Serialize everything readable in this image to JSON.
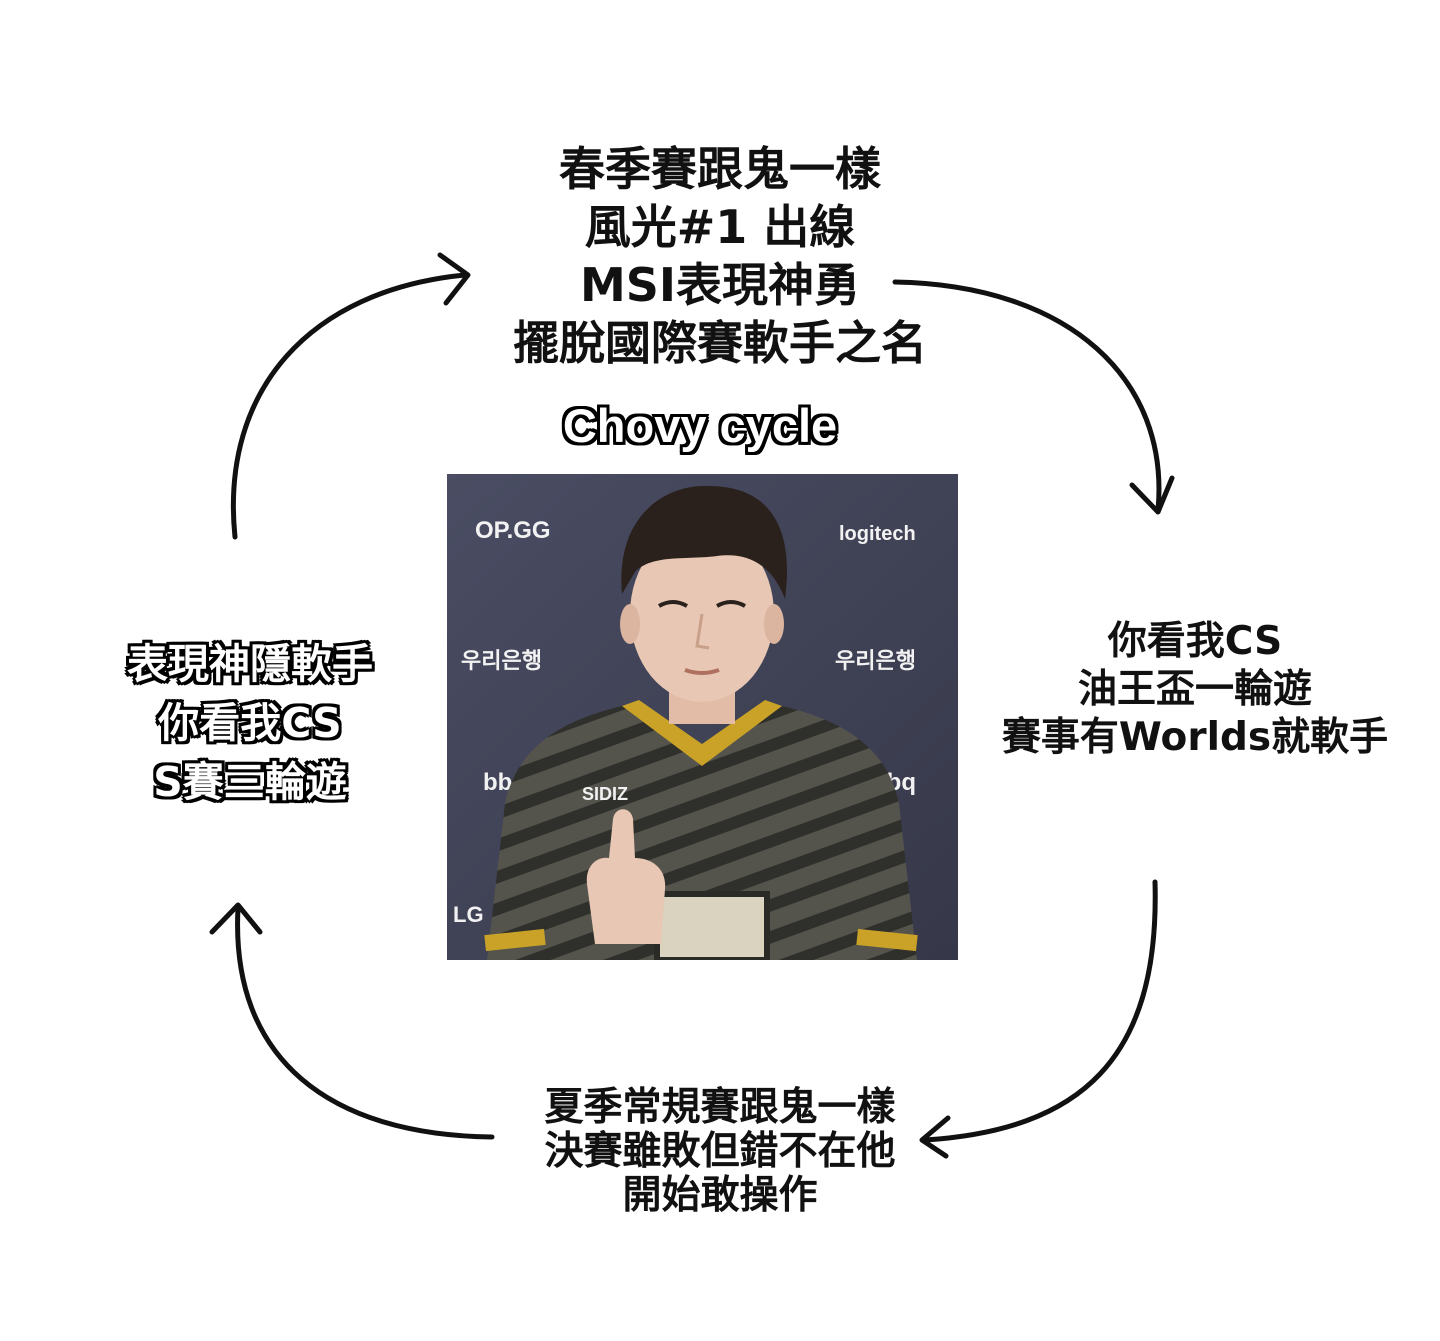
{
  "cycle_title": "Chovy cycle",
  "nodes": {
    "top": {
      "lines": [
        "春季賽跟鬼一樣",
        "風光#1 出線",
        "MSI表現神勇",
        "擺脫國際賽軟手之名"
      ]
    },
    "right": {
      "lines": [
        "你看我CS",
        "油王盃一輪遊",
        "賽事有Worlds就軟手"
      ]
    },
    "bottom": {
      "lines": [
        "夏季常規賽跟鬼一樣",
        "決賽雖敗但錯不在他",
        "開始敢操作"
      ]
    },
    "left": {
      "lines": [
        "表現神隱軟手",
        "你看我CS",
        "S賽三輪遊"
      ]
    }
  },
  "photo": {
    "backdrop_logos": [
      "OP.GG",
      "logitech",
      "우리은행",
      "우리은행",
      "bb",
      "bbq",
      "LG"
    ],
    "jersey_text": "SIDIZ",
    "colors": {
      "backdrop": "#3f4256",
      "jersey": "#4a4943",
      "jersey_trim": "#c9a227",
      "skin": "#e8c7b4",
      "hair": "#2a211d"
    }
  },
  "colors": {
    "text": "#111111",
    "arrow": "#111111",
    "background": "#ffffff"
  }
}
